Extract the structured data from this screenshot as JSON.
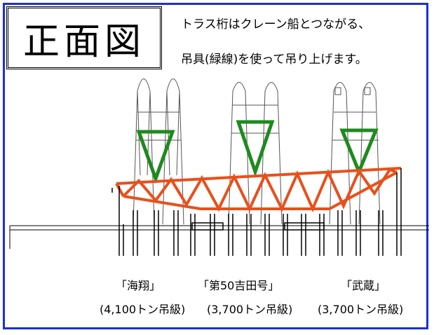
{
  "title": "正面図",
  "caption": {
    "line1": "トラス桁はクレーン船とつながる、",
    "line2": "吊具(緑線)を使って吊り上げます。"
  },
  "ships": [
    {
      "name": "「海翔」",
      "capacity": "(4,100トン吊級)"
    },
    {
      "name": "「第50吉田号」",
      "capacity": "(3,700トン吊級)"
    },
    {
      "name": "「武蔵」",
      "capacity": "(3,700トン吊級)"
    }
  ],
  "colors": {
    "frame": "#1c2fd6",
    "truss": "#e8501c",
    "slings": "#1e8a1e",
    "structure": "#000000"
  }
}
